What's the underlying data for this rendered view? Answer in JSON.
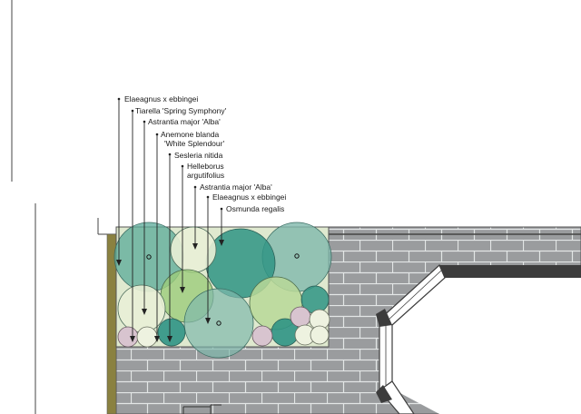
{
  "labels": [
    {
      "id": "elaeagnus-1",
      "text": "Elaeagnus x ebbingei"
    },
    {
      "id": "tiarella",
      "text": "Tiarella 'Spring Symphony'"
    },
    {
      "id": "astrantia-1",
      "text": "Astrantia major 'Alba'"
    },
    {
      "id": "anemone",
      "text": "Anemone blanda",
      "text2": "'White Splendour'"
    },
    {
      "id": "sesleria",
      "text": "Sesleria nitida"
    },
    {
      "id": "helleborus",
      "text": "Helleborus",
      "text2": "argutifolius"
    },
    {
      "id": "astrantia-2",
      "text": "Astrantia major 'Alba'"
    },
    {
      "id": "elaeagnus-2",
      "text": "Elaeagnus x ebbingei"
    },
    {
      "id": "osmunda",
      "text": "Osmunda regalis"
    }
  ],
  "colors": {
    "paving": "#9a9c9e",
    "paving_joint": "#e3e6e6",
    "bed_fill": "#dfe9cf",
    "fence": "#8a8140",
    "teal_dark": "#2f9484",
    "teal_mid": "#5aaa98",
    "teal_light": "#7fb8ab",
    "green_light": "#b9d898",
    "cream": "#e9f0d6",
    "mauve": "#d8c4cf",
    "window_frame": "#3c3c3c"
  }
}
